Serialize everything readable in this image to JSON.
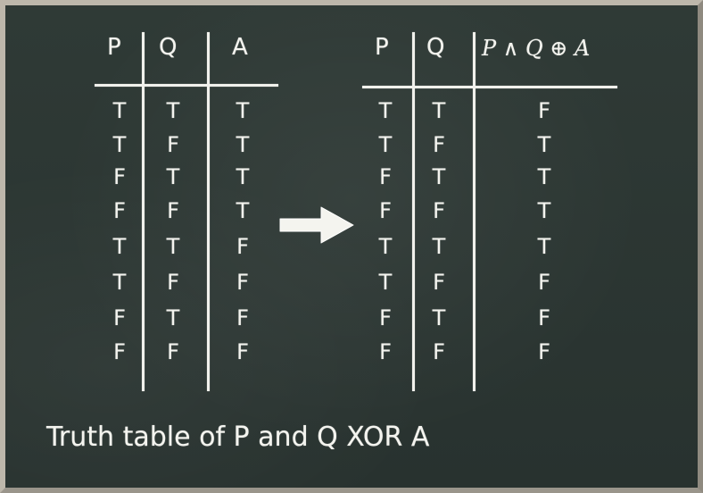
{
  "left_table": {
    "headers": [
      "P",
      "Q",
      "A"
    ],
    "columns": [
      [
        "T",
        "T",
        "F",
        "F",
        "T",
        "T",
        "F",
        "F"
      ],
      [
        "T",
        "F",
        "T",
        "F",
        "T",
        "F",
        "T",
        "F"
      ],
      [
        "T",
        "T",
        "T",
        "T",
        "F",
        "F",
        "F",
        "F"
      ]
    ]
  },
  "right_table": {
    "headers": [
      "P",
      "Q",
      "P ∧ Q ⊕ A"
    ],
    "columns": [
      [
        "T",
        "T",
        "F",
        "F",
        "T",
        "T",
        "F",
        "F"
      ],
      [
        "T",
        "F",
        "T",
        "F",
        "T",
        "F",
        "T",
        "F"
      ],
      [
        "F",
        "T",
        "T",
        "T",
        "T",
        "F",
        "F",
        "F"
      ]
    ]
  },
  "caption": "Truth table of P and Q XOR A",
  "colors": {
    "board": "#2b3532",
    "chalk": "#f4f4ef",
    "frame": "#bdb7ab"
  }
}
